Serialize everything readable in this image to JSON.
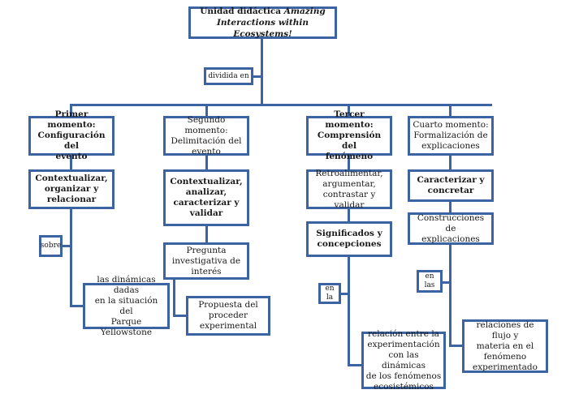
{
  "title": {
    "line1_plain": "Unidad didáctica ",
    "line1_italic": "Amazing",
    "line2_italic": "Interactions within Ecosystems!"
  },
  "connector_divided": "dividida en",
  "columns": [
    {
      "moment": "Primer momento:\nConfiguración del\nevento",
      "action": "Contextualizar,\norganizar y\nrelacionar",
      "connector": "sobre",
      "result": "las dinámicas dadas\nen la situación del\nParque Yellowstone"
    },
    {
      "moment": "Segundo momento:\nDelimitación del\nevento",
      "action": "Contextualizar,\nanalizar,\ncaracterizar y\nvalidar",
      "step2": "Pregunta\ninvestigativa de\ninterés",
      "result": "Propuesta del\nproceder\nexperimental"
    },
    {
      "moment": "Tercer momento:\nComprensión del\nfenómeno",
      "action": "Retroalimentar,\nargumentar,\ncontrastar y validar",
      "step2": "Significados y\nconcepciones",
      "connector": "en la",
      "result": "relación entre la\nexperimentación\ncon las dinámicas\nde los fenómenos\necosistémicos"
    },
    {
      "moment": "Cuarto momento:\nFormalización de\nexplicaciones",
      "action": "Caracterizar y\nconcretar",
      "step2": "Construcciones de\nexplicaciones",
      "connector": "en las",
      "result": "relaciones de flujo y\nmateria en el\nfenómeno\nexperimentado"
    }
  ],
  "colors": {
    "border": "#3d64a2",
    "text": "#1a1a1a"
  }
}
